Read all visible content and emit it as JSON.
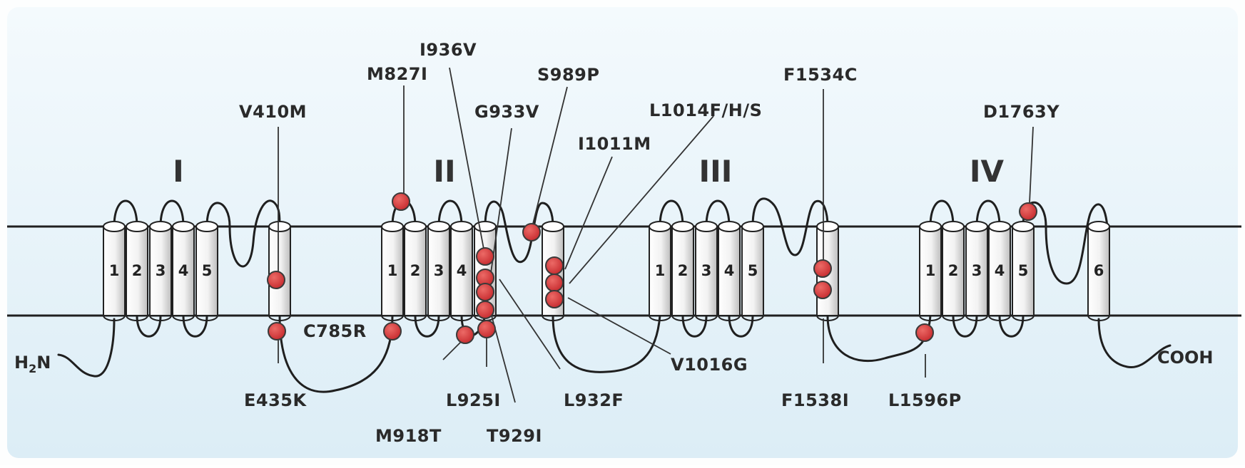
{
  "colors": {
    "background_top": "#eaf5fb",
    "background_bottom": "#dceef7",
    "mutation": "#d6373a",
    "outline": "#222222"
  },
  "domains": {
    "d1": "I",
    "d2": "II",
    "d3": "III",
    "d4": "IV"
  },
  "segments": {
    "d1": [
      "1",
      "2",
      "3",
      "4",
      "5"
    ],
    "d2": [
      "1",
      "2",
      "3",
      "4"
    ],
    "d3": [
      "1",
      "2",
      "3",
      "4",
      "5"
    ],
    "d4": [
      "1",
      "2",
      "3",
      "4",
      "5",
      "6"
    ]
  },
  "termini": {
    "n": "H",
    "n_sub": "2",
    "n_tail": "N",
    "c": "COOH"
  },
  "mutations": {
    "v410m": "V410M",
    "e435k": "E435K",
    "c785r": "C785R",
    "m827i": "M827I",
    "i936v": "I936V",
    "g933v": "G933V",
    "s989p": "S989P",
    "l1014fhs": "L1014F/H/S",
    "i1011m": "I1011M",
    "m918t": "M918T",
    "l925i": "L925I",
    "t929i": "T929I",
    "l932f": "L932F",
    "v1016g": "V1016G",
    "f1534c": "F1534C",
    "f1538i": "F1538I",
    "l1596p": "L1596P",
    "d1763y": "D1763Y"
  }
}
